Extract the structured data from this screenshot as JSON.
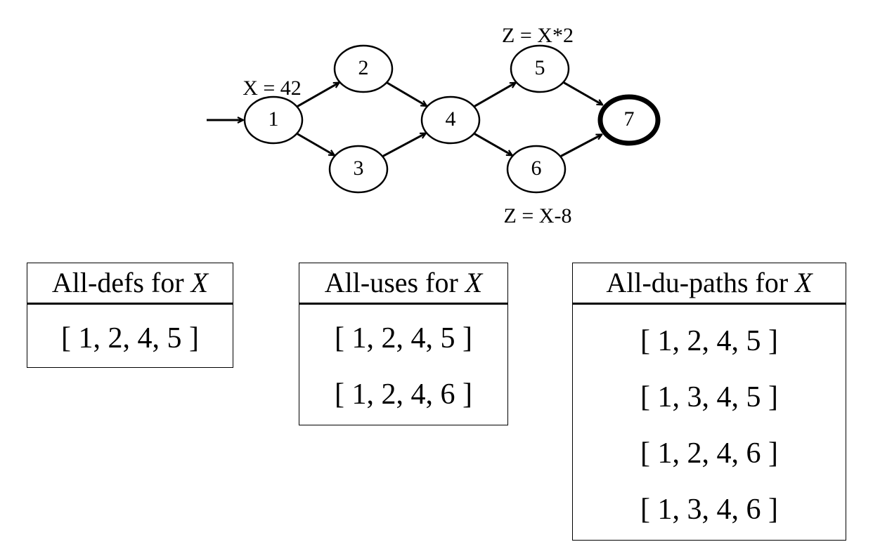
{
  "graph": {
    "nodes": [
      {
        "id": "1",
        "label": "1",
        "terminal": false
      },
      {
        "id": "2",
        "label": "2",
        "terminal": false
      },
      {
        "id": "3",
        "label": "3",
        "terminal": false
      },
      {
        "id": "4",
        "label": "4",
        "terminal": false
      },
      {
        "id": "5",
        "label": "5",
        "terminal": false
      },
      {
        "id": "6",
        "label": "6",
        "terminal": false
      },
      {
        "id": "7",
        "label": "7",
        "terminal": true
      }
    ],
    "edges": [
      {
        "from": "1",
        "to": "2"
      },
      {
        "from": "1",
        "to": "3"
      },
      {
        "from": "2",
        "to": "4"
      },
      {
        "from": "3",
        "to": "4"
      },
      {
        "from": "4",
        "to": "5"
      },
      {
        "from": "4",
        "to": "6"
      },
      {
        "from": "5",
        "to": "7"
      },
      {
        "from": "6",
        "to": "7"
      }
    ],
    "annotations": [
      {
        "node": "1",
        "text": "X = 42"
      },
      {
        "node": "5",
        "text": "Z = X*2"
      },
      {
        "node": "6",
        "text": "Z = X-8"
      }
    ],
    "initial_node": "1"
  },
  "coverage": [
    {
      "title": "All-defs for ",
      "variable": "X",
      "paths": [
        "[ 1, 2, 4, 5 ]"
      ]
    },
    {
      "title": "All-uses for ",
      "variable": "X",
      "paths": [
        "[ 1, 2, 4, 5 ]",
        "[ 1, 2, 4, 6 ]"
      ]
    },
    {
      "title": "All-du-paths for ",
      "variable": "X",
      "paths": [
        "[ 1, 2, 4, 5 ]",
        "[ 1, 3, 4, 5 ]",
        "[ 1, 2, 4, 6 ]",
        "[ 1, 3, 4, 6 ]"
      ]
    }
  ]
}
